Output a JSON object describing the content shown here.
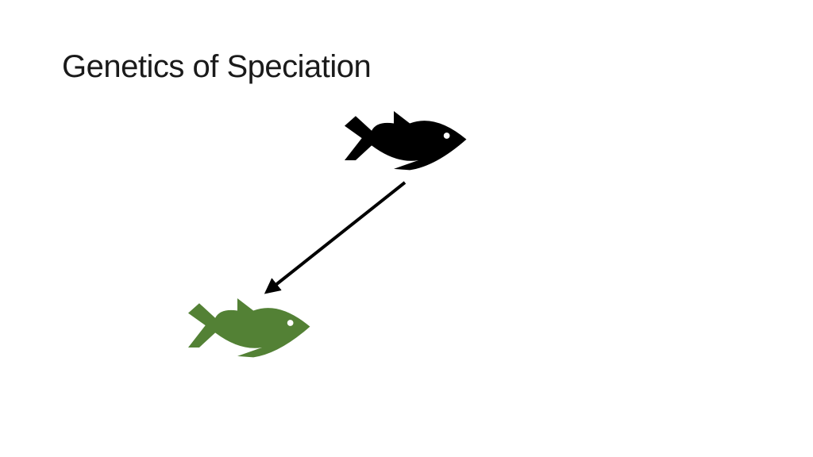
{
  "slide": {
    "title": "Genetics of Speciation"
  },
  "diagram": {
    "nodes": [
      {
        "id": "ancestral-fish",
        "icon": "fish-icon",
        "color": "#000000",
        "eye_color": "#ffffff"
      },
      {
        "id": "descendant-fish",
        "icon": "fish-icon",
        "color": "#538135",
        "eye_color": "#ffffff"
      }
    ],
    "edges": [
      {
        "from": "ancestral-fish",
        "to": "descendant-fish",
        "icon": "arrow-icon",
        "color": "#000000"
      }
    ]
  }
}
